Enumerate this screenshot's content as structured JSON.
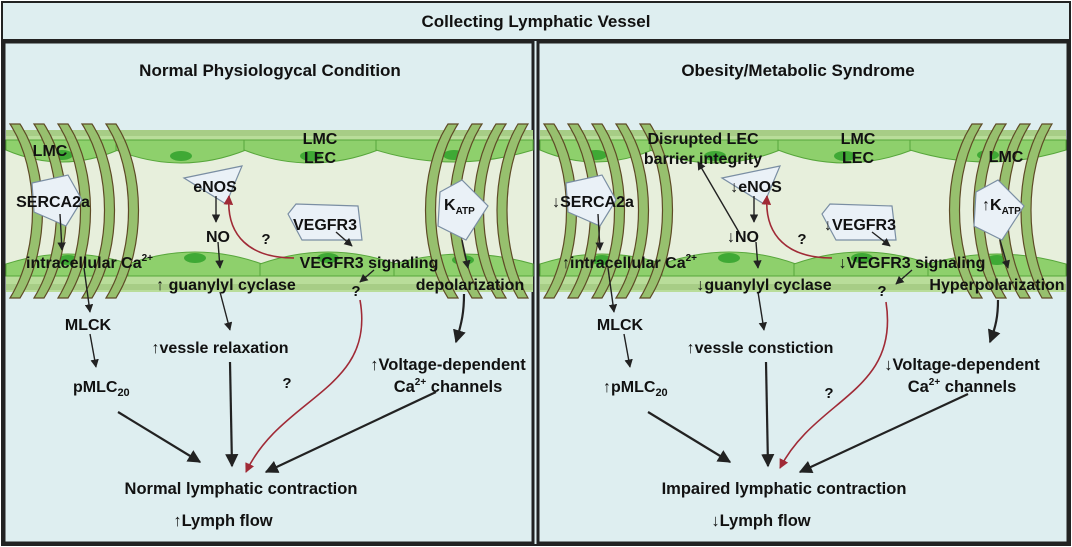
{
  "title": "Collecting Lymphatic Vessel",
  "colors": {
    "background": "#deeef0",
    "vessel_wall": "#b9dd9a",
    "lec_cell": "#8ed06c",
    "lec_nucleus": "#3fa935",
    "lumen": "#e7efdc",
    "lmc_band": "#97c06e",
    "lmc_band_edge": "#5e4b26",
    "receptor": "#eaf1f7",
    "black_arrow": "#222222",
    "red_arrow": "#a02a36"
  },
  "left": {
    "heading": "Normal Physiologycal Condition",
    "lmc_top": "LMC",
    "lec": "LEC",
    "lmc_side": "LMC",
    "serca": "SERCA2a",
    "ca": {
      "prefix": "intracellular Ca",
      "sup": "2+"
    },
    "enos": "eNOS",
    "no": "NO",
    "q_no": "?",
    "vegfr3": "VEGFR3",
    "katp": {
      "prefix": "K",
      "sub": "ATP"
    },
    "vegfr3_signal": "VEGFR3 signaling",
    "guanylyl": "↑ guanylyl cyclase",
    "q_signal": "?",
    "depolar": "depolarization",
    "mlck": "MLCK",
    "relax": "↑vessle relaxation",
    "vdc1": "↑Voltage-dependent",
    "vdc2": {
      "prefix": "Ca",
      "sup": "2+",
      "suffix": " channels"
    },
    "q_curve": "?",
    "pmlc": {
      "prefix": "pMLC",
      "sub": "20"
    },
    "outcome": "Normal lymphatic contraction",
    "flow": "↑Lymph flow"
  },
  "right": {
    "heading": "Obesity/Metabolic Syndrome",
    "disrupted1": "Disrupted LEC",
    "disrupted2": "barrier integrity",
    "lmc_top": "LMC",
    "lec": "LEC",
    "lmc_side": "LMC",
    "serca": "↓SERCA2a",
    "ca": {
      "prefix": "↑intracellular Ca",
      "sup": "2+"
    },
    "enos": "↓eNOS",
    "no": "↓NO",
    "q_no": "?",
    "vegfr3": "↓VEGFR3",
    "katp": {
      "prefix": "↑K",
      "sub": "ATP"
    },
    "vegfr3_signal": "↓VEGFR3 signaling",
    "guanylyl": "↓guanylyl cyclase",
    "q_signal": "?",
    "hyperpolar": "Hyperpolarization",
    "mlck": "MLCK",
    "constrict": "↑vessle constiction",
    "vdc1": "↓Voltage-dependent",
    "vdc2": {
      "prefix": "Ca",
      "sup": "2+",
      "suffix": " channels"
    },
    "q_curve": "?",
    "pmlc": {
      "prefix": "↑pMLC",
      "sub": "20"
    },
    "outcome": "Impaired lymphatic contraction",
    "flow": "↓Lymph flow"
  }
}
